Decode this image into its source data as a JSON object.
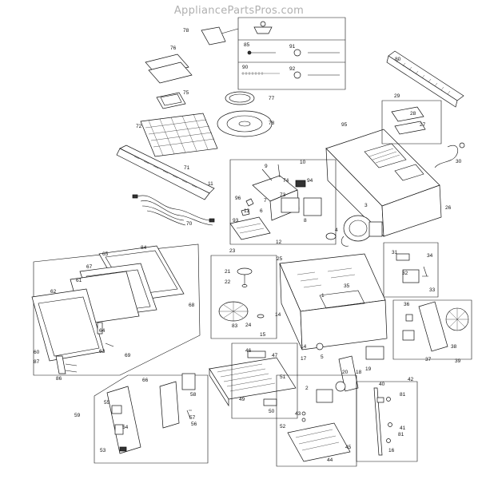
{
  "watermark": "AppliancePartsPros.com",
  "callouts": [
    "78",
    "85",
    "91",
    "90",
    "92",
    "76",
    "75",
    "77",
    "72",
    "78",
    "71",
    "70",
    "80",
    "95",
    "29",
    "28",
    "27",
    "30",
    "26",
    "11",
    "74",
    "10",
    "9",
    "94",
    "73",
    "96",
    "13",
    "8",
    "93",
    "12",
    "23",
    "3",
    "4",
    "25",
    "31",
    "34",
    "32",
    "33",
    "65",
    "84",
    "67",
    "61",
    "62",
    "68",
    "64",
    "63",
    "60",
    "87",
    "86",
    "69",
    "21",
    "22",
    "83",
    "24",
    "14",
    "15",
    "14",
    "17",
    "35",
    "36",
    "38",
    "37",
    "39",
    "46",
    "47",
    "51",
    "49",
    "50",
    "18",
    "19",
    "20",
    "42",
    "40",
    "81",
    "41",
    "81",
    "16",
    "59",
    "66",
    "55",
    "54",
    "53",
    "58",
    "56",
    "57",
    "2",
    "43",
    "44",
    "45",
    "52",
    "5",
    "1",
    "7",
    "6"
  ]
}
